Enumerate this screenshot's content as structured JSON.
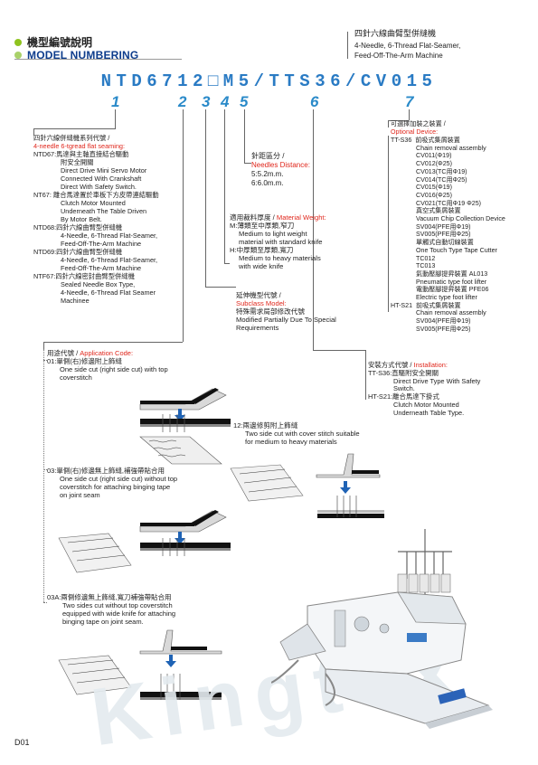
{
  "header": {
    "zh_title": "機型編號說明",
    "en_title": "MODEL NUMBERING",
    "machine_zh": "四針六線曲臂型併縫機",
    "machine_en_1": "4-Needle, 6-Thread Flat-Seamer,",
    "machine_en_2": "Feed-Off-The-Arm Machine"
  },
  "model_code": "NTD6712□M5/TTS36/CV015",
  "numbers": [
    "1",
    "2",
    "3",
    "4",
    "5",
    "6",
    "7"
  ],
  "series": {
    "zh": "四針六線併縫機系列代號 /",
    "en": "4-needle 6-tgread flat seaming:",
    "items": [
      {
        "code": "NTD67:",
        "zh": "馬達與主軸直接結合驅動",
        "lines": [
          "附安全開關",
          "Direct Drive Mini Servo Motor",
          "Connected With Crankshaft",
          "Direct With Safety Switch."
        ]
      },
      {
        "code": "NT67:",
        "zh": "離合馬達置於車板下方皮帶連結驅動",
        "lines": [
          "Clutch Motor Mounted",
          "Underneath The Table Driven",
          "By Motor Belt."
        ]
      },
      {
        "code": "NTD68:",
        "zh": "四針六線曲臂型併縫機",
        "lines": [
          "4-Needle, 6-Thread Flat-Seamer,",
          "Feed-Off-The-Arm Machine"
        ]
      },
      {
        "code": "NTD69:",
        "zh": "四針六線曲臂型併縫機",
        "lines": [
          "4-Needle, 6-Thread Flat-Seamer,",
          "Feed-Off-The-Arm Machine"
        ]
      },
      {
        "code": "NTF67:",
        "zh": "四針六線密封曲臂型併縫機",
        "lines": [
          "Sealed Needle Box Type,",
          "4-Needle, 6-Thread Flat Seamer",
          "Machinee"
        ]
      }
    ]
  },
  "needle": {
    "zh": "針距區分 /",
    "en": "Needles Distance:",
    "lines": [
      "5:5.2m.m.",
      "6:6.0m.m."
    ]
  },
  "material": {
    "zh": "適用裁料厚度 /",
    "en": "Material Weight:",
    "lines": [
      "M:薄類至中厚類,窄刀",
      "Medium to light weight",
      "material with standard knife",
      "H:中厚類至厚類,寬刀",
      "Medium to heavy materials",
      "with wide knife"
    ]
  },
  "subclass": {
    "zh": "延伸機型代號 /",
    "en": "Subclass Model:",
    "lines": [
      "特殊需求局部修改代號",
      "Modified Partially Due To Special",
      "Requirements"
    ]
  },
  "application": {
    "zh": "用途代號 /",
    "en": "Application Code:",
    "c01": [
      "01:單側(右)修邊附上飾縫",
      "One side cut (right side cut) with top",
      "coverstitch"
    ],
    "c03": [
      "03:單側(右)修邊無上飾縫,補強帶貼合用",
      "One side cut (right side cut) without top",
      "coverstitch for attaching binging tape",
      "on joint seam"
    ],
    "c03a": [
      "03A:兩側修邊無上飾縫,寬刀補強帶貼合用",
      "Two sides cut without top coverstitch",
      "equipped with wide knife for attaching",
      "binging tape on joint seam."
    ],
    "c12": [
      "12:兩邊修剪附上飾縫",
      "Two side cut with cover stitch suitable",
      "for medium to heavy materials"
    ]
  },
  "installation": {
    "zh": "安裝方式代號 /",
    "en": "Installation:",
    "lines": [
      "TT-S36:直驅附安全開關",
      "Direct Drive Type With Safety",
      "Switch.",
      "HT-S21:離合馬達下掛式",
      "Clutch Motor Mounted",
      "Underneath Table Type."
    ]
  },
  "optional": {
    "zh": "可選擇加裝之裝置 /",
    "en": "Optional Device:",
    "lines": [
      "TT-S36  前吸式集屑裝置",
      "Chain removal assembly",
      "CV011(Φ19)",
      "CV012(Φ25)",
      "CV013(TC用Φ19)",
      "CV014(TC用Φ25)",
      "CV015(Φ19)",
      "CV016(Φ25)",
      "CV021(TC用Φ19 Φ25)",
      "真空式集屑裝置",
      "Vacuum Chip Collection Device",
      "SV004(PFE用Φ19)",
      "SV005(PFE用Φ25)",
      "單觸式自動切線裝置",
      "One Touch Type Tape Cutter",
      "TC012",
      "TC013",
      "氣動壓腳提昇裝置 AL013",
      "Pneumatic type foot lifter",
      "電動壓腳提昇裝置 PFE06",
      "Electric type foot lifter",
      "HT-S21  前吸式集屑裝置",
      "Chain removal assembly",
      "SV004(PFE用Φ19)",
      "SV005(PFE用Φ25)"
    ]
  },
  "brand": "Kingtex",
  "footer": "D01"
}
